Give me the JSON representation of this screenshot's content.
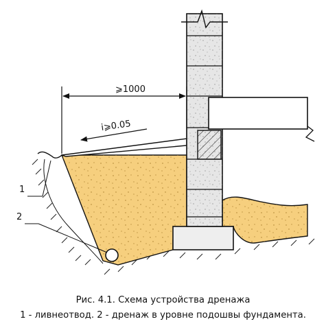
{
  "diagram": {
    "dimension_label": "⩾1000",
    "slope_label": "i⩾0.05",
    "callout_1": "1",
    "callout_2": "2"
  },
  "caption": {
    "line1": "Рис. 4.1. Схема устройства дренажа",
    "line2": "1 - ливнеотвод. 2 - дренаж в уровне подошвы фундамента."
  },
  "colors": {
    "soil_fill": "#f6cf7e",
    "masonry_fill": "#e6e6e6",
    "ink": "#111111"
  }
}
